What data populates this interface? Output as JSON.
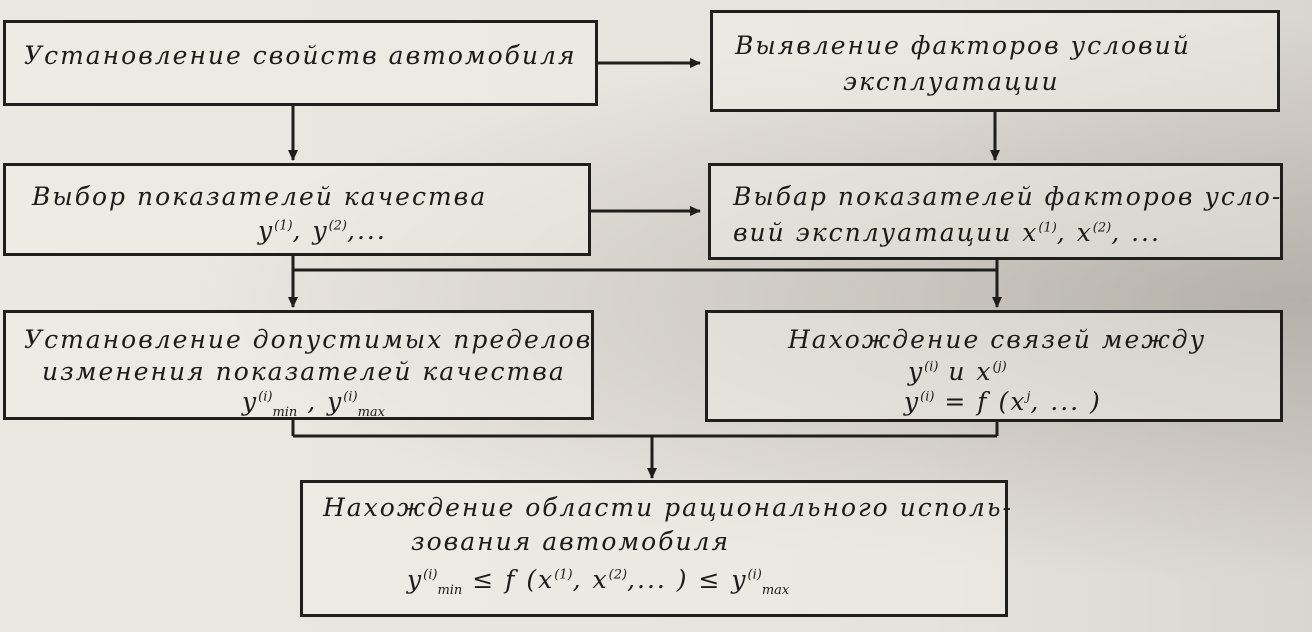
{
  "blocks": {
    "b1": {
      "text": "Установление свойств автомобиля"
    },
    "b2": {
      "line1": "Выявление факторов условий",
      "line2": "эксплуатации"
    },
    "b3": {
      "line1": "Выбор показателей качества",
      "line2": "y",
      "sup1": "(1)",
      "sep": ", y",
      "sup2": "(2)",
      "tail": ",..."
    },
    "b4": {
      "line1": "Выбар показателей факторов усло-",
      "line2": "вий эксплуатации x",
      "sup1": "(1)",
      "sep": ", x",
      "sup2": "(2)",
      "tail": ", ..."
    },
    "b5": {
      "line1": "Установление допустимых пределов",
      "line2": "изменения показателей качества",
      "l3a": "y",
      "l3asup": "(i)",
      "l3asub": "min",
      "l3sep": " , y",
      "l3bsup": "(i)",
      "l3bsub": "max"
    },
    "b6": {
      "line1": "Нахождение связей между",
      "l2a": "y",
      "l2asup": "(i)",
      "l2mid": " и  x",
      "l2bsup": "(j)",
      "l3a": "y",
      "l3asup": "(i)",
      "l3b": " = f (x",
      "l3bsup": "j",
      "l3c": ", ... )"
    },
    "b7": {
      "line1": "Нахождение области рационального исполь-",
      "line2": "зования автомобиля",
      "l3a": "y",
      "l3asup": "(i)",
      "l3asub": "min",
      "l3b": " ≤ f (x",
      "l3bsup": "(1)",
      "l3c": ", x",
      "l3csup": "(2)",
      "l3d": ",... ) ≤ y",
      "l3dsup": "(i)",
      "l3dsub": "max"
    }
  },
  "colors": {
    "ink": "#1f1e1b",
    "paper": "#e6e3dc"
  }
}
